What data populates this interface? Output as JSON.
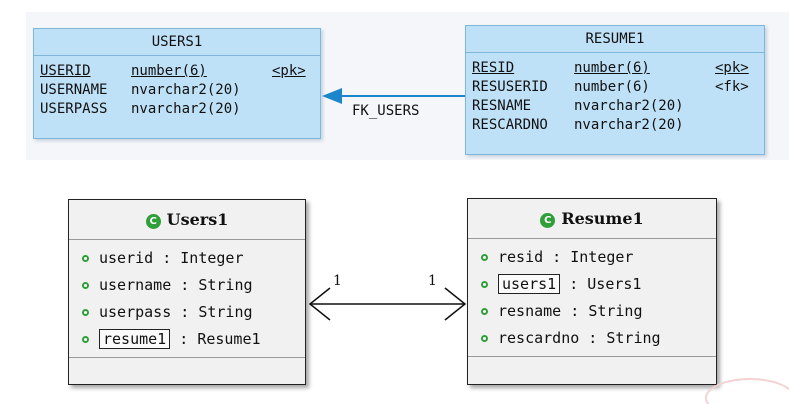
{
  "db_model": {
    "users_table": {
      "title": "USERS1",
      "columns": [
        {
          "name": "USERID",
          "type": "number(6)",
          "key": "<pk>"
        },
        {
          "name": "USERNAME",
          "type": "nvarchar2(20)",
          "key": ""
        },
        {
          "name": "USERPASS",
          "type": "nvarchar2(20)",
          "key": ""
        }
      ]
    },
    "resume_table": {
      "title": "RESUME1",
      "columns": [
        {
          "name": "RESID",
          "type": "number(6)",
          "key": "<pk>"
        },
        {
          "name": "RESUSERID",
          "type": "number(6)",
          "key": "<fk>"
        },
        {
          "name": "RESNAME",
          "type": "nvarchar2(20)",
          "key": ""
        },
        {
          "name": "RESCARDNO",
          "type": "nvarchar2(20)",
          "key": ""
        }
      ]
    },
    "reference_label": "FK_USERS"
  },
  "class_model": {
    "users_class": {
      "title": "Users1",
      "icon": "class-icon",
      "attributes": [
        {
          "name": "userid",
          "type": "Integer"
        },
        {
          "name": "username",
          "type": "String"
        },
        {
          "name": "userpass",
          "type": "String"
        },
        {
          "name": "resume1",
          "type": "Resume1"
        }
      ]
    },
    "resume_class": {
      "title": "Resume1",
      "icon": "class-icon",
      "attributes": [
        {
          "name": "resid",
          "type": "Integer"
        },
        {
          "name": "users1",
          "type": "Users1"
        },
        {
          "name": "resname",
          "type": "String"
        },
        {
          "name": "rescardno",
          "type": "String"
        }
      ]
    },
    "association": {
      "left_multiplicity": "1",
      "right_multiplicity": "1"
    }
  },
  "colors": {
    "table_fill": "#bfe1f7",
    "table_border": "#7fb6dc",
    "arrow": "#1b86c9",
    "class_icon": "#2f9f3a"
  }
}
